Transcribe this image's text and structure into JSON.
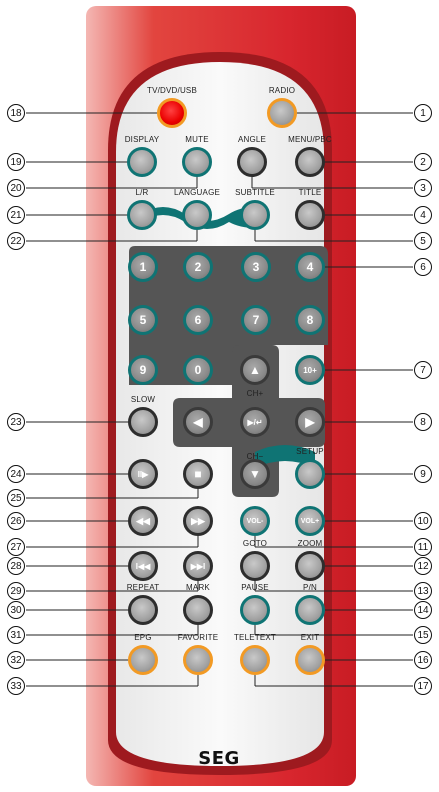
{
  "brand": "SEG",
  "buttons": [
    {
      "id": "tvdvdusb",
      "label": "TV/DVD/USB",
      "glyph": "",
      "style": "red"
    },
    {
      "id": "radio",
      "label": "RADIO",
      "glyph": "",
      "style": "orange"
    },
    {
      "id": "display",
      "label": "DISPLAY",
      "glyph": "",
      "style": "teal"
    },
    {
      "id": "mute",
      "label": "MUTE",
      "glyph": "",
      "style": "teal"
    },
    {
      "id": "angle",
      "label": "ANGLE",
      "glyph": "",
      "style": "gray"
    },
    {
      "id": "menupbc",
      "label": "MENU/PBC",
      "glyph": "",
      "style": "gray"
    },
    {
      "id": "lr",
      "label": "L/R",
      "glyph": "",
      "style": "teal"
    },
    {
      "id": "language",
      "label": "LANGUAGE",
      "glyph": "",
      "style": "teal"
    },
    {
      "id": "subtitle",
      "label": "SUBTITLE",
      "glyph": "",
      "style": "teal"
    },
    {
      "id": "title",
      "label": "TITLE",
      "glyph": "",
      "style": "gray"
    },
    {
      "id": "n1",
      "label": "",
      "glyph": "1",
      "style": "num"
    },
    {
      "id": "n2",
      "label": "",
      "glyph": "2",
      "style": "num"
    },
    {
      "id": "n3",
      "label": "",
      "glyph": "3",
      "style": "num"
    },
    {
      "id": "n4",
      "label": "",
      "glyph": "4",
      "style": "num"
    },
    {
      "id": "n5",
      "label": "",
      "glyph": "5",
      "style": "num"
    },
    {
      "id": "n6",
      "label": "",
      "glyph": "6",
      "style": "num"
    },
    {
      "id": "n7",
      "label": "",
      "glyph": "7",
      "style": "num"
    },
    {
      "id": "n8",
      "label": "",
      "glyph": "8",
      "style": "num"
    },
    {
      "id": "n9",
      "label": "",
      "glyph": "9",
      "style": "num"
    },
    {
      "id": "n0",
      "label": "",
      "glyph": "0",
      "style": "num"
    },
    {
      "id": "n10",
      "label": "",
      "glyph": "10+",
      "style": "num"
    },
    {
      "id": "slow",
      "label": "SLOW",
      "glyph": "",
      "style": "gray"
    },
    {
      "id": "chup",
      "label": "",
      "glyph": "▲",
      "style": "dark"
    },
    {
      "id": "left",
      "label": "",
      "glyph": "◀",
      "style": "dark"
    },
    {
      "id": "enter",
      "label": "",
      "glyph": "▶/↵",
      "style": "dark"
    },
    {
      "id": "right",
      "label": "",
      "glyph": "▶",
      "style": "dark"
    },
    {
      "id": "chdown",
      "label": "",
      "glyph": "▼",
      "style": "dark"
    },
    {
      "id": "setup",
      "label": "SETUP",
      "glyph": "",
      "style": "teal"
    },
    {
      "id": "step",
      "label": "",
      "glyph": "II▶",
      "style": "gray"
    },
    {
      "id": "stop",
      "label": "",
      "glyph": "■",
      "style": "gray"
    },
    {
      "id": "rew",
      "label": "",
      "glyph": "◀◀",
      "style": "gray"
    },
    {
      "id": "ff",
      "label": "",
      "glyph": "▶▶",
      "style": "gray"
    },
    {
      "id": "volminus",
      "label": "",
      "glyph": "VOL-",
      "style": "teal"
    },
    {
      "id": "volplus",
      "label": "",
      "glyph": "VOL+",
      "style": "teal"
    },
    {
      "id": "prev",
      "label": "",
      "glyph": "I◀◀",
      "style": "gray"
    },
    {
      "id": "next",
      "label": "",
      "glyph": "▶▶I",
      "style": "gray"
    },
    {
      "id": "goto",
      "label": "GOTO",
      "glyph": "",
      "style": "gray"
    },
    {
      "id": "zoom",
      "label": "ZOOM",
      "glyph": "",
      "style": "gray"
    },
    {
      "id": "repeat",
      "label": "REPEAT",
      "glyph": "",
      "style": "gray"
    },
    {
      "id": "mark",
      "label": "MARK",
      "glyph": "",
      "style": "gray"
    },
    {
      "id": "pause",
      "label": "PAUSE",
      "glyph": "",
      "style": "teal"
    },
    {
      "id": "pn",
      "label": "P/N",
      "glyph": "",
      "style": "teal"
    },
    {
      "id": "epg",
      "label": "EPG",
      "glyph": "",
      "style": "orange"
    },
    {
      "id": "favorite",
      "label": "FAVORITE",
      "glyph": "",
      "style": "orange"
    },
    {
      "id": "teletext",
      "label": "TELETEXT",
      "glyph": "",
      "style": "orange"
    },
    {
      "id": "exit",
      "label": "EXIT",
      "glyph": "",
      "style": "orange"
    }
  ],
  "extra_labels": {
    "ch_plus": "CH+",
    "ch_minus": "CH−"
  },
  "callouts": [
    "1",
    "2",
    "3",
    "4",
    "5",
    "6",
    "7",
    "8",
    "9",
    "10",
    "11",
    "12",
    "13",
    "14",
    "15",
    "16",
    "17",
    "18",
    "19",
    "20",
    "21",
    "22",
    "23",
    "24",
    "25",
    "26",
    "27",
    "28",
    "29",
    "30",
    "31",
    "32",
    "33"
  ],
  "colors": {
    "body_red": "#d8262e",
    "body_red_light": "#f2a0a0",
    "panel": "#f2f2f2",
    "teal": "#0f7474",
    "orange": "#f29a24",
    "dark_panel": "#555555"
  }
}
